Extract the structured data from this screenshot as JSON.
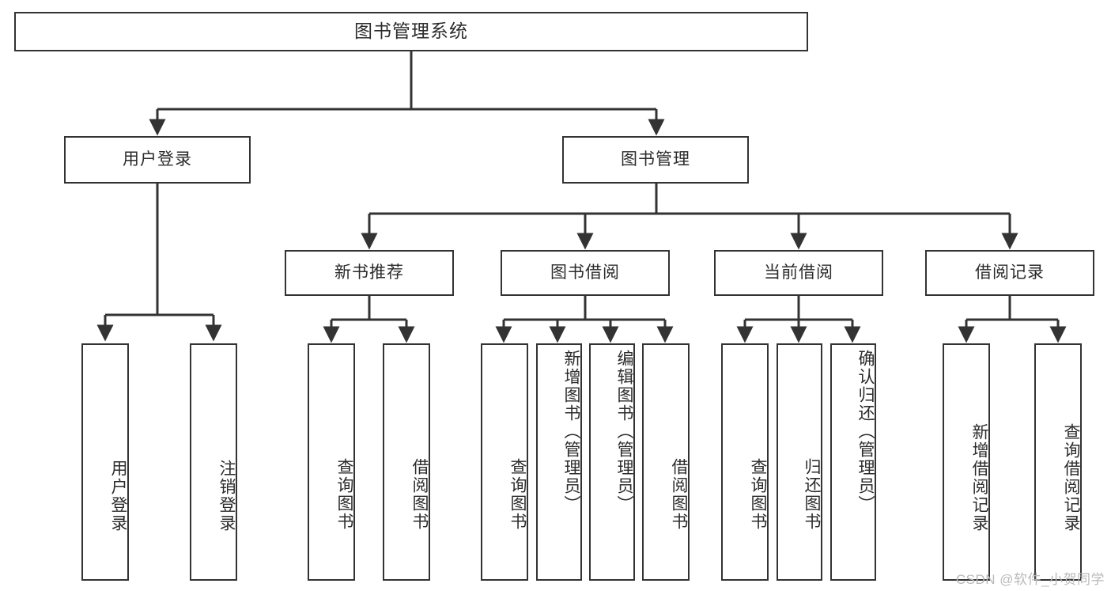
{
  "diagram": {
    "title": "图书管理系统",
    "type": "tree",
    "watermark": "CSDN @软件_小贺同学",
    "colors": {
      "border": "#333333",
      "background": "#ffffff",
      "text": "#2b2b2b",
      "watermark": "#b9b9b9"
    },
    "levels": {
      "root": "图书管理系统",
      "level2": [
        "用户登录",
        "图书管理"
      ],
      "level3": [
        "新书推荐",
        "图书借阅",
        "当前借阅",
        "借阅记录"
      ]
    },
    "nodes": {
      "root": {
        "label": "图书管理系统"
      },
      "user_login": {
        "label": "用户登录"
      },
      "book_manage": {
        "label": "图书管理"
      },
      "new_book_recommend": {
        "label": "新书推荐"
      },
      "book_borrow": {
        "label": "图书借阅"
      },
      "current_borrow": {
        "label": "当前借阅"
      },
      "borrow_record": {
        "label": "借阅记录"
      },
      "leaf_user_login": {
        "label": "用户登录"
      },
      "leaf_logout_login": {
        "label": "注销登录"
      },
      "leaf_query_book_1": {
        "label": "查询图书"
      },
      "leaf_borrow_book_1": {
        "label": "借阅图书"
      },
      "leaf_query_book_2": {
        "label": "查询图书"
      },
      "leaf_add_book_admin": {
        "label": "新增图书（管理员）"
      },
      "leaf_edit_book_admin": {
        "label": "编辑图书（管理员）"
      },
      "leaf_borrow_book_2": {
        "label": "借阅图书"
      },
      "leaf_query_book_3": {
        "label": "查询图书"
      },
      "leaf_return_book": {
        "label": "归还图书"
      },
      "leaf_confirm_return_admin": {
        "label": "确认归还（管理员）"
      },
      "leaf_add_borrow_record": {
        "label": "新增借阅记录"
      },
      "leaf_query_borrow_record": {
        "label": "查询借阅记录"
      }
    },
    "tree": {
      "label": "图书管理系统",
      "children": [
        {
          "label": "用户登录",
          "children": [
            {
              "label": "用户登录"
            },
            {
              "label": "注销登录"
            }
          ]
        },
        {
          "label": "图书管理",
          "children": [
            {
              "label": "新书推荐",
              "children": [
                {
                  "label": "查询图书"
                },
                {
                  "label": "借阅图书"
                }
              ]
            },
            {
              "label": "图书借阅",
              "children": [
                {
                  "label": "查询图书"
                },
                {
                  "label": "新增图书（管理员）"
                },
                {
                  "label": "编辑图书（管理员）"
                },
                {
                  "label": "借阅图书"
                }
              ]
            },
            {
              "label": "当前借阅",
              "children": [
                {
                  "label": "查询图书"
                },
                {
                  "label": "归还图书"
                },
                {
                  "label": "确认归还（管理员）"
                }
              ]
            },
            {
              "label": "借阅记录",
              "children": [
                {
                  "label": "新增借阅记录"
                },
                {
                  "label": "查询借阅记录"
                }
              ]
            }
          ]
        }
      ]
    }
  }
}
